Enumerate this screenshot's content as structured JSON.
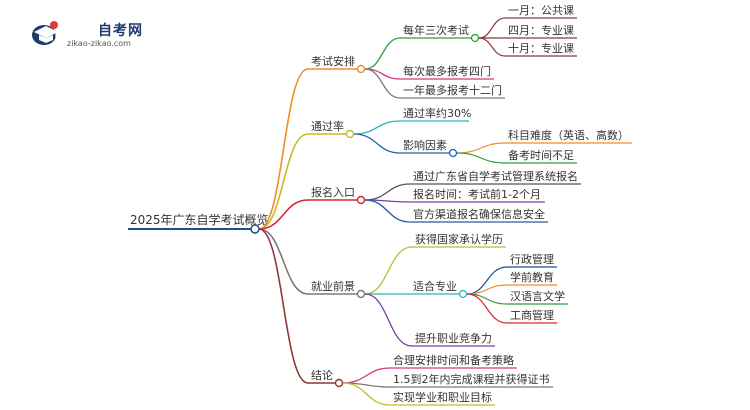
{
  "logo": {
    "title": "自考网",
    "url": "zikao-zikao.com",
    "icon": "graduation-cap-icon",
    "colors": {
      "primary": "#1e3a6e",
      "accent": "#e53935"
    }
  },
  "mindmap": {
    "root": {
      "label": "2025年广东自学考试概览",
      "color": "#1f4e8c"
    },
    "branches": [
      {
        "id": "exam-schedule",
        "label": "考试安排",
        "color": "#f28c28",
        "children": [
          {
            "id": "three-times",
            "label": "每年三次考试",
            "color": "#2e9e3a",
            "children": [
              {
                "label": "一月：公共课",
                "color": "#8b3a3a"
              },
              {
                "label": "四月：专业课",
                "color": "#8b3a3a"
              },
              {
                "label": "十月：专业课",
                "color": "#8b3a3a"
              }
            ]
          },
          {
            "label": "每次最多报考四门",
            "color": "#d63384"
          },
          {
            "label": "一年最多报考十二门",
            "color": "#7a7a7a"
          }
        ]
      },
      {
        "id": "pass-rate",
        "label": "通过率",
        "color": "#c9b92b",
        "children": [
          {
            "label": "通过率约30%",
            "color": "#2bb3c0"
          },
          {
            "id": "factors",
            "label": "影响因素",
            "color": "#1f5fa8",
            "children": [
              {
                "label": "科目难度（英语、高数）",
                "color": "#f28c28"
              },
              {
                "label": "备考时间不足",
                "color": "#2e9e3a"
              }
            ]
          }
        ]
      },
      {
        "id": "registration",
        "label": "报名入口",
        "color": "#d9223a",
        "children": [
          {
            "label": "通过广东省自学考试管理系统报名",
            "color": "#555555"
          },
          {
            "label": "报名时间：考试前1-2个月",
            "color": "#7b3fa0"
          },
          {
            "label": "官方渠道报名确保信息安全",
            "color": "#1f5fa8"
          }
        ]
      },
      {
        "id": "career",
        "label": "就业前景",
        "color": "#7a7a7a",
        "children": [
          {
            "label": "获得国家承认学历",
            "color": "#9acd32"
          },
          {
            "id": "majors",
            "label": "适合专业",
            "color": "#2bb3c0",
            "children": [
              {
                "label": "行政管理",
                "color": "#1f4e8c"
              },
              {
                "label": "学前教育",
                "color": "#f28c28"
              },
              {
                "label": "汉语言文学",
                "color": "#2e9e3a"
              },
              {
                "label": "工商管理",
                "color": "#d9223a"
              }
            ]
          },
          {
            "label": "提升职业竞争力",
            "color": "#7b3fa0"
          }
        ]
      },
      {
        "id": "conclusion",
        "label": "结论",
        "color": "#8b3a3a",
        "children": [
          {
            "label": "合理安排时间和备考策略",
            "color": "#d63384"
          },
          {
            "label": "1.5到2年内完成课程并获得证书",
            "color": "#7a7a7a"
          },
          {
            "label": "实现学业和职业目标",
            "color": "#c9b92b"
          }
        ]
      }
    ]
  }
}
